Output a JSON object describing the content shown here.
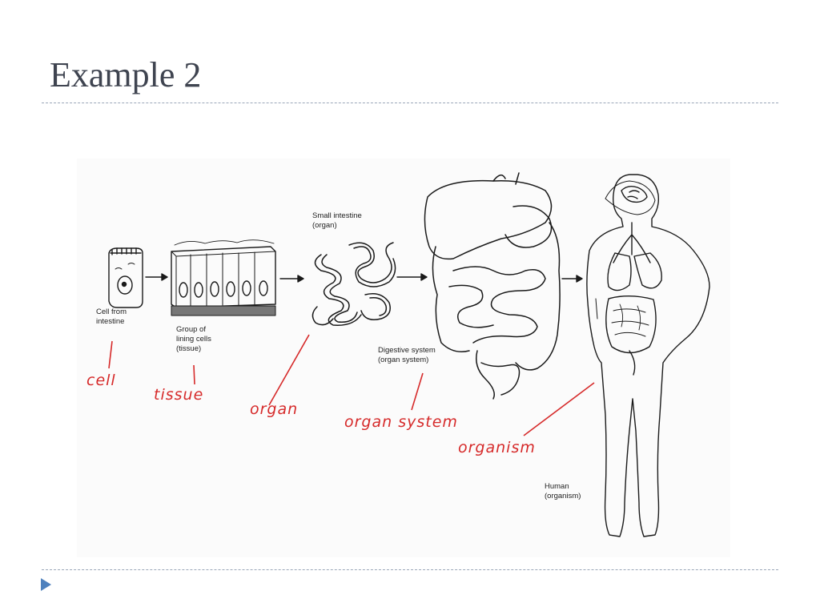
{
  "slide": {
    "title": "Example 2"
  },
  "diagram": {
    "captions": {
      "cell": "Cell from\nintestine",
      "tissue": "Group of\nlining cells\n(tissue)",
      "organ": "Small intestine\n(organ)",
      "organ_system": "Digestive system\n(organ system)",
      "organism": "Human\n(organism)"
    },
    "handwritten": {
      "cell": "cell",
      "tissue": "tissue",
      "organ": "organ",
      "organ_system": "organ system",
      "organism": "organism"
    },
    "annotation_color": "#d62a2a",
    "line_color": "#1a1a1a"
  },
  "footer": {
    "nav_icon": "play-triangle-icon",
    "accent": "#4f81bd"
  }
}
